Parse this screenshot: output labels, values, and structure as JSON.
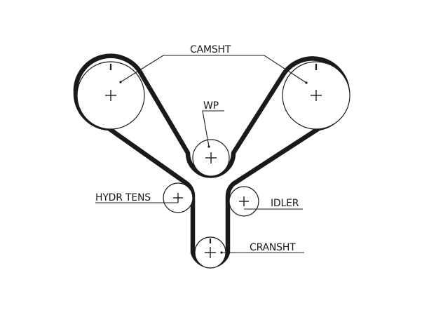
{
  "diagram": {
    "labels": {
      "camshaft": "CAMSHT",
      "water_pump": "WP",
      "hydraulic_tensioner": "HYDR TENS",
      "idler": "IDLER",
      "crankshaft": "CRANSHT"
    }
  }
}
